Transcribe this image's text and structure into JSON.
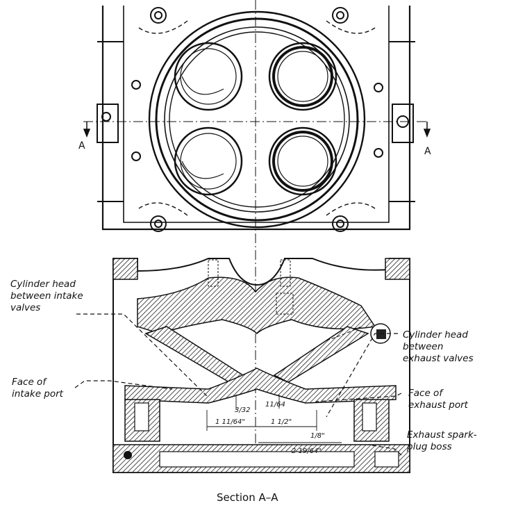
{
  "section_marks": {
    "left": "A",
    "right": "A"
  },
  "labels": {
    "intake_head": [
      "Cylinder head",
      "between intake",
      "valves"
    ],
    "intake_face": [
      "Face of",
      "intake port"
    ],
    "exhaust_head": [
      "Cylinder head",
      "between",
      "exhaust valves"
    ],
    "exhaust_face": [
      "Face of",
      "exhaust port"
    ],
    "spark_boss": [
      "Exhaust spark-",
      "plug boss"
    ]
  },
  "dimensions": {
    "d1": "3/32",
    "d2": "11/64",
    "d3": "1 11/64\"",
    "d4": "1 1/2\"",
    "d5": "1/8\"",
    "d6": "2 19/64\""
  },
  "caption": "Section A–A"
}
